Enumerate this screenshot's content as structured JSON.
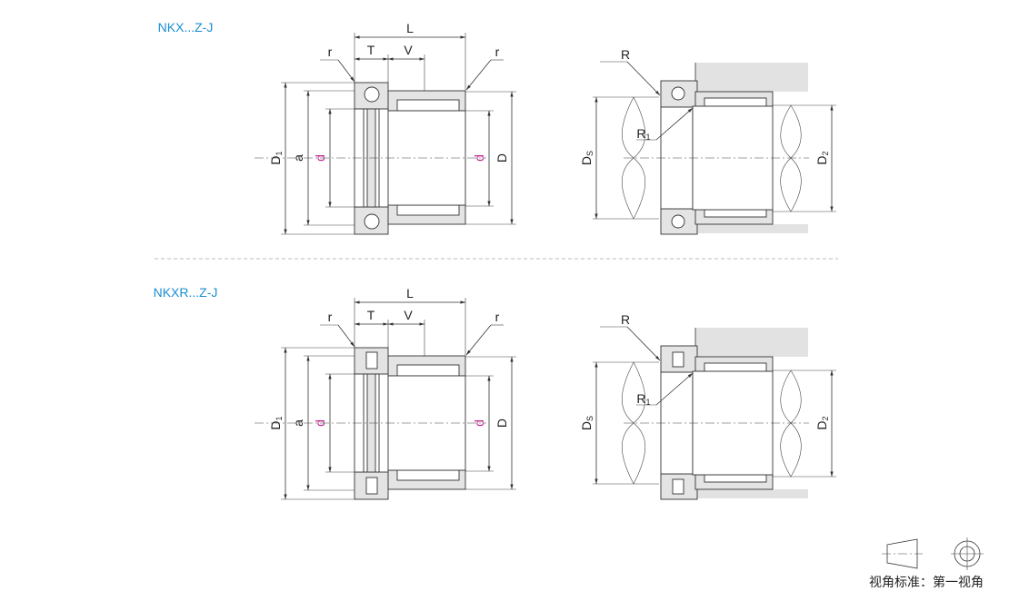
{
  "rows": [
    {
      "title": "NKX...Z-J",
      "left_view": {
        "L": "L",
        "T": "T",
        "V": "V",
        "r_left": "r",
        "r_right": "r",
        "D1": "D",
        "D1_sub": "1",
        "a": "a",
        "d_left": "d",
        "d_right": "d",
        "D": "D"
      },
      "right_view": {
        "R": "R",
        "R1": "R",
        "R1_sub": "1",
        "Ds": "D",
        "Ds_sub": "S",
        "D2": "D",
        "D2_sub": "2"
      },
      "thrust_element": "ball"
    },
    {
      "title": "NKXR...Z-J",
      "left_view": {
        "L": "L",
        "T": "T",
        "V": "V",
        "r_left": "r",
        "r_right": "r",
        "D1": "D",
        "D1_sub": "1",
        "a": "a",
        "d_left": "d",
        "d_right": "d",
        "D": "D"
      },
      "right_view": {
        "R": "R",
        "R1": "R",
        "R1_sub": "1",
        "Ds": "D",
        "Ds_sub": "S",
        "D2": "D",
        "D2_sub": "2"
      },
      "thrust_element": "roller"
    }
  ],
  "projection_legend": {
    "caption": "视角标准：第一视角"
  },
  "colors": {
    "title": "#1a8fd0",
    "dimension_d": "#c0288a",
    "housing": "#e2e2e2"
  }
}
